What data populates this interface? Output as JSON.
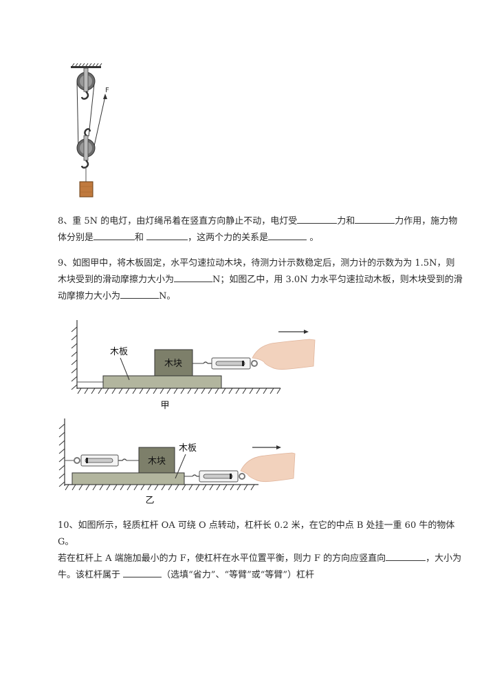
{
  "figures": {
    "pulley": {
      "force_label": "F"
    },
    "friction_jia": {
      "board_label": "木板",
      "block_label": "木块",
      "caption": "甲"
    },
    "friction_yi": {
      "board_label": "木板",
      "block_label": "木块",
      "caption": "乙"
    }
  },
  "questions": [
    {
      "number": "8、",
      "line1_a": "重 5N 的电灯，由灯绳吊着在竖直方向静止不动，电灯受",
      "line1_b": "力和",
      "line1_c": "力作用，施力物",
      "line2_a": "体分别是",
      "line2_b": "和",
      "line2_c": "，这两个力的关系是",
      "line2_d": "。"
    },
    {
      "number": "9、",
      "line1": "如图甲中，将木板固定，水平匀速拉动木块，待测力计示数稳定后，测力计的示数为为 1.5N，则",
      "line2_a": "木块受到的滑动摩擦力大小为",
      "line2_b": "N；如图乙中，用 3.0N 力水平匀速拉动木板，则木块受到的滑",
      "line3_a": "动摩擦力大小为",
      "line3_b": "N。"
    },
    {
      "number": "10、",
      "line1": "如图所示，轻质杠杆 OA 可绕 O 点转动，杠杆长 0.2 米，在它的中点 B 处挂一重 60 牛的物体 G。",
      "line2_a": "若在杠杆上 A 端施加最小的力 F，使杠杆在水平位置平衡，则力 F 的方向应竖直向",
      "line2_b": "，大小为",
      "line3_a": "牛。该杠杆属于",
      "line3_b": "（选填“省力”、“等臂”或“等臂”）杠杆"
    }
  ]
}
